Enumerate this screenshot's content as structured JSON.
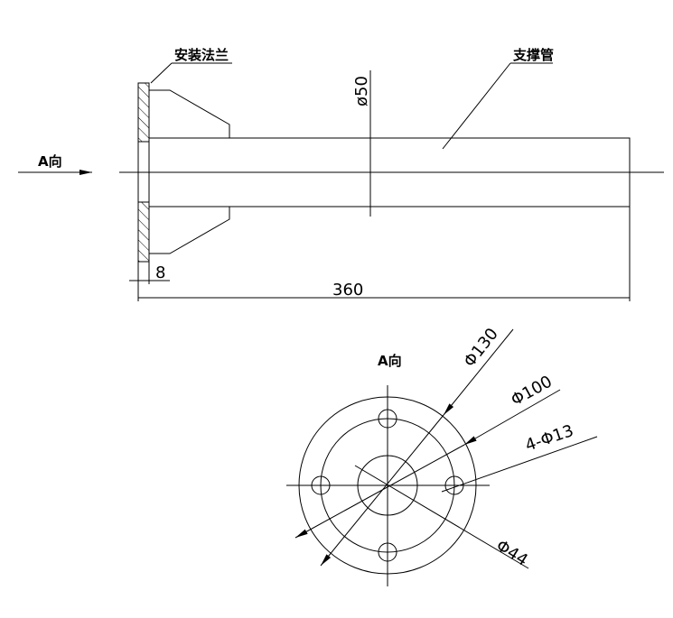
{
  "side_view": {
    "flange_label": "安装法兰",
    "tube_label": "支撑管",
    "view_arrow_label": "A向",
    "dim_tube_diameter": "ø50",
    "dim_flange_thickness": "8",
    "dim_total_length": "360"
  },
  "end_view": {
    "title": "A向",
    "dim_outer": "Φ130",
    "dim_bolt_circle": "Φ100",
    "dim_holes": "4-Φ13",
    "dim_inner": "Φ44"
  }
}
